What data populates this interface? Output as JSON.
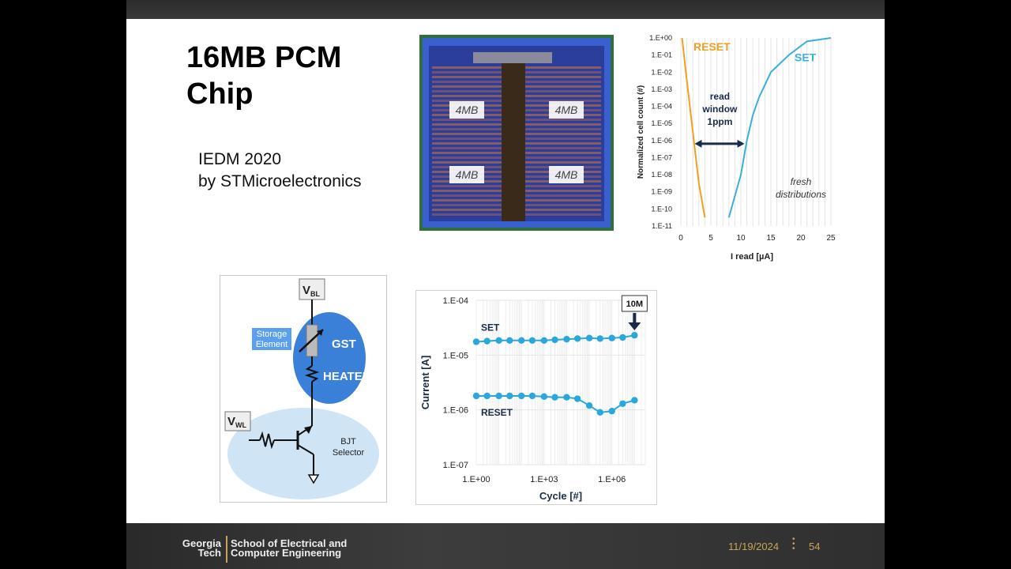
{
  "slide": {
    "title_line1": "16MB PCM",
    "title_line2": "Chip",
    "sub_line1": "IEDM 2020",
    "sub_line2": "by STMicroelectronics"
  },
  "die": {
    "block_labels": [
      "4MB",
      "4MB",
      "4MB",
      "4MB"
    ]
  },
  "distribution_chart": {
    "type": "line",
    "reset_label": "RESET",
    "set_label": "SET",
    "ylabel": "Normalized cell count (#)",
    "xlabel": "I read [µA]",
    "yticks": [
      "1.E+00",
      "1.E-01",
      "1.E-02",
      "1.E-03",
      "1.E-04",
      "1.E-05",
      "1.E-06",
      "1.E-07",
      "1.E-08",
      "1.E-09",
      "1.E-10",
      "1.E-11"
    ],
    "xticks": [
      "0",
      "5",
      "10",
      "15",
      "20",
      "25"
    ],
    "annotation_read_window": [
      "read",
      "window",
      "1ppm"
    ],
    "annotation_fresh": [
      "fresh",
      "distributions"
    ],
    "colors": {
      "reset": "#f0a020",
      "set": "#3ab0d8",
      "arrow": "#1a2b4a"
    }
  },
  "circuit": {
    "vbl_main": "V",
    "vbl_sub": "BL",
    "vwl_main": "V",
    "vwl_sub": "WL",
    "storage_line1": "Storage",
    "storage_line2": "Element",
    "gst": "GST",
    "heater": "HEATER",
    "bjt_line1": "BJT",
    "bjt_line2": "Selector"
  },
  "chart_data": {
    "type": "line",
    "xlabel": "Cycle [#]",
    "ylabel": "Current [A]",
    "x_scale": "log",
    "y_scale": "log",
    "xlim": [
      1,
      30000000
    ],
    "ylim": [
      1e-07,
      0.0001
    ],
    "xticks": [
      "1.E+00",
      "1.E+03",
      "1.E+06"
    ],
    "yticks": [
      "1.E-04",
      "1.E-05",
      "1.E-06",
      "1.E-07"
    ],
    "annotation": "10M",
    "series": [
      {
        "name": "SET",
        "x": [
          1,
          3,
          10,
          30,
          100,
          300,
          1000,
          3000,
          10000,
          30000,
          100000,
          300000,
          1000000,
          3000000,
          10000000
        ],
        "values": [
          1.75e-05,
          1.8e-05,
          1.85e-05,
          1.85e-05,
          1.85e-05,
          1.85e-05,
          1.85e-05,
          1.9e-05,
          1.95e-05,
          2e-05,
          2.05e-05,
          2e-05,
          2.05e-05,
          2.1e-05,
          2.3e-05
        ]
      },
      {
        "name": "RESET",
        "x": [
          1,
          3,
          10,
          30,
          100,
          300,
          1000,
          3000,
          10000,
          30000,
          100000,
          300000,
          1000000,
          3000000,
          10000000
        ],
        "values": [
          1.8e-06,
          1.8e-06,
          1.8e-06,
          1.8e-06,
          1.8e-06,
          1.8e-06,
          1.75e-06,
          1.7e-06,
          1.7e-06,
          1.6e-06,
          1.2e-06,
          9e-07,
          9.5e-07,
          1.3e-06,
          1.5e-06
        ]
      }
    ],
    "colors": {
      "marker": "#2aa8dc",
      "text": "#1a2b4a"
    }
  },
  "footer": {
    "logo_line1": "Georgia",
    "logo_line2": "Tech",
    "school_line1": "School of Electrical and",
    "school_line2": "Computer Engineering",
    "date": "11/19/2024",
    "page": "54"
  }
}
